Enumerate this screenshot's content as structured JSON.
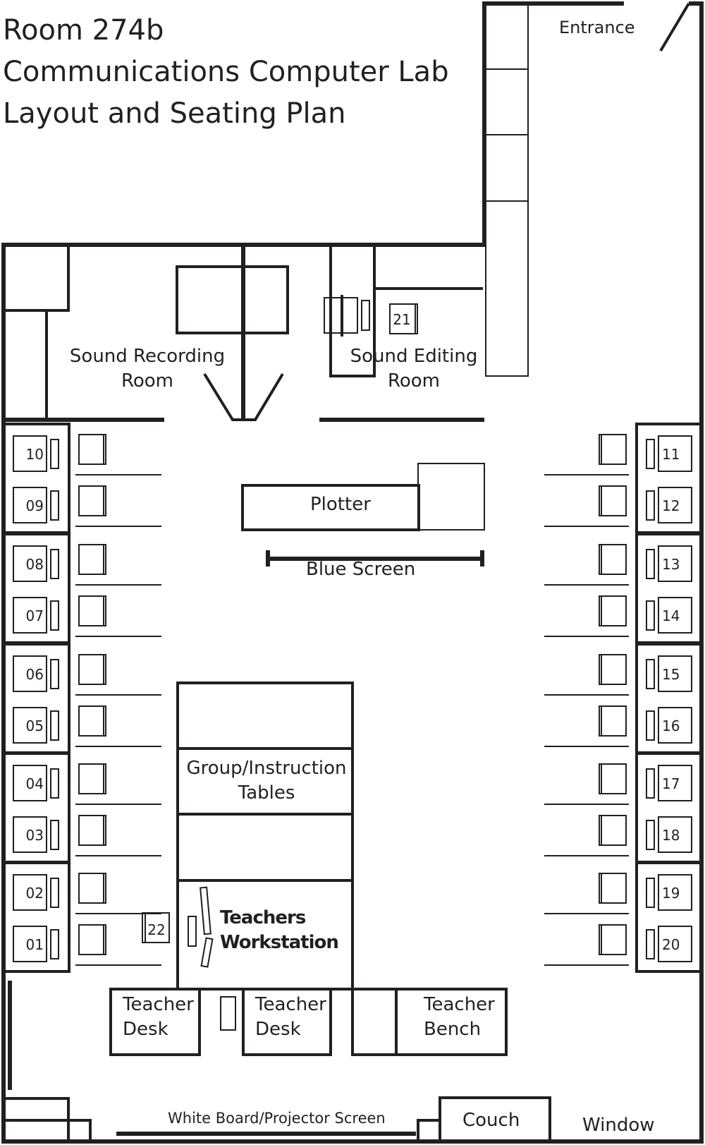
{
  "title": {
    "line1": "Room 274b",
    "line2": "Communications Computer Lab",
    "line3": "Layout and Seating Plan"
  },
  "labels": {
    "entrance": "Entrance",
    "sound_recording_1": "Sound Recording",
    "sound_recording_2": "Room",
    "sound_editing_1": "Sound Editing",
    "sound_editing_2": "Room",
    "plotter": "Plotter",
    "blue_screen": "Blue Screen",
    "group_tables_1": "Group/Instruction",
    "group_tables_2": "Tables",
    "teachers_workstation_1": "Teachers",
    "teachers_workstation_2": "Workstation",
    "teacher_desk_a_1": "Teacher",
    "teacher_desk_a_2": "Desk",
    "teacher_desk_b_1": "Teacher",
    "teacher_desk_b_2": "Desk",
    "teacher_bench_1": "Teacher",
    "teacher_bench_2": "Bench",
    "whiteboard": "White Board/Projector Screen",
    "couch": "Couch",
    "window": "Window"
  },
  "stations": {
    "left": [
      "10",
      "09",
      "08",
      "07",
      "06",
      "05",
      "04",
      "03",
      "02",
      "01"
    ],
    "right": [
      "11",
      "12",
      "13",
      "14",
      "15",
      "16",
      "17",
      "18",
      "19",
      "20"
    ],
    "editing": "21",
    "extra": "22"
  }
}
